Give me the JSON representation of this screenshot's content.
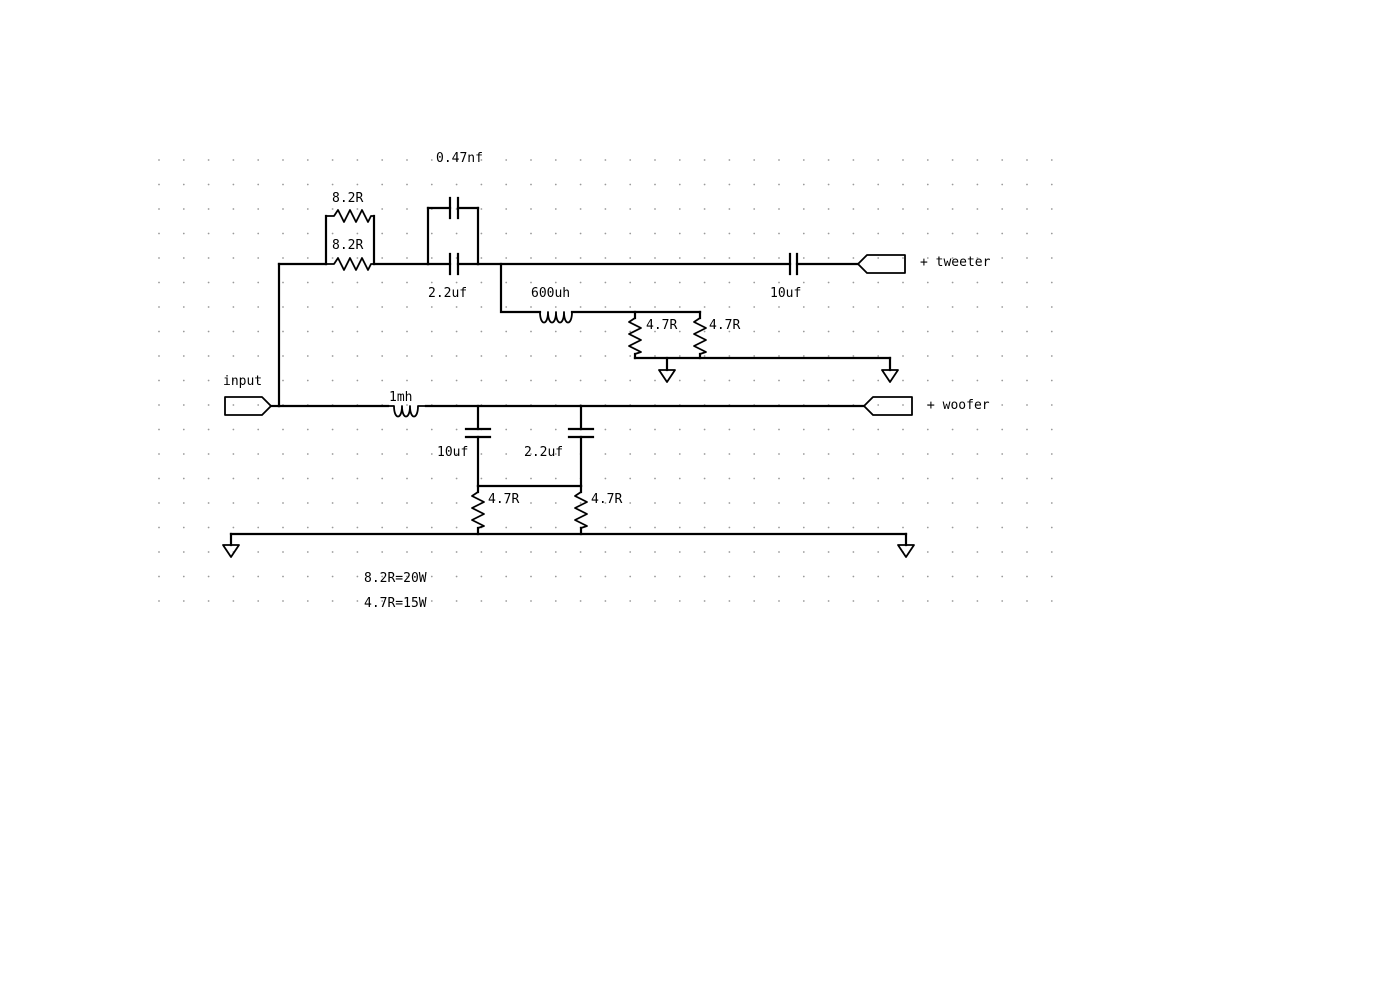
{
  "schematic": {
    "ports": {
      "input": "input",
      "tweeter": "+ tweeter",
      "woofer": "+ woofer"
    },
    "components": {
      "r_series_top": "8.2R",
      "r_series_bottom": "8.2R",
      "c_top_small": "0.47nf",
      "c_series": "2.2uf",
      "c_tweeter_out": "10uf",
      "l_tweeter": "600uh",
      "r_tweeter_1": "4.7R",
      "r_tweeter_2": "4.7R",
      "l_woofer": "1mh",
      "c_woofer_1": "10uf",
      "c_woofer_2": "2.2uf",
      "r_woofer_1": "4.7R",
      "r_woofer_2": "4.7R"
    },
    "notes": {
      "line1": "8.2R=20W",
      "line2": "4.7R=15W"
    }
  }
}
